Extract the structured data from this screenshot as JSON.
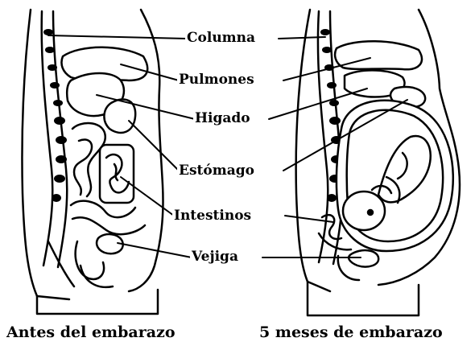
{
  "labels": {
    "columna": "Columna",
    "pulmones": "Pulmones",
    "higado": "Higado",
    "estomago": "Estómago",
    "intestinos": "Intestinos",
    "vejiga": "Vejiga"
  },
  "captions": {
    "before": "Antes del embarazo",
    "after": "5 meses de embarazo"
  }
}
